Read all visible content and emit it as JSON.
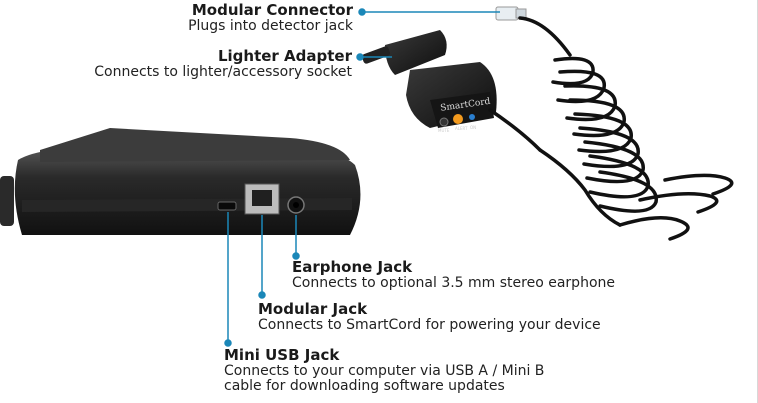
{
  "callouts": {
    "modular_connector": {
      "title": "Modular Connector",
      "desc": "Plugs into detector jack"
    },
    "lighter_adapter": {
      "title": "Lighter Adapter",
      "desc": "Connects to lighter/accessory socket"
    },
    "earphone_jack": {
      "title": "Earphone Jack",
      "desc": "Connects to optional 3.5 mm stereo earphone"
    },
    "modular_jack": {
      "title": "Modular Jack",
      "desc": "Connects to SmartCord for powering your device"
    },
    "mini_usb_jack": {
      "title": "Mini USB Jack",
      "desc_line1": "Connects to your computer via USB A / Mini B",
      "desc_line2": "cable for downloading software updates"
    }
  },
  "smartcord": {
    "brand": "SmartCord",
    "mute_label": "MUTE",
    "alert_label": "ALERT",
    "on_label": "ON"
  },
  "colors": {
    "leader_line": "#1b87b8",
    "body_dark": "#1c1c1c",
    "orange_led": "#f39a1e",
    "blue_led": "#2a7fd0"
  }
}
